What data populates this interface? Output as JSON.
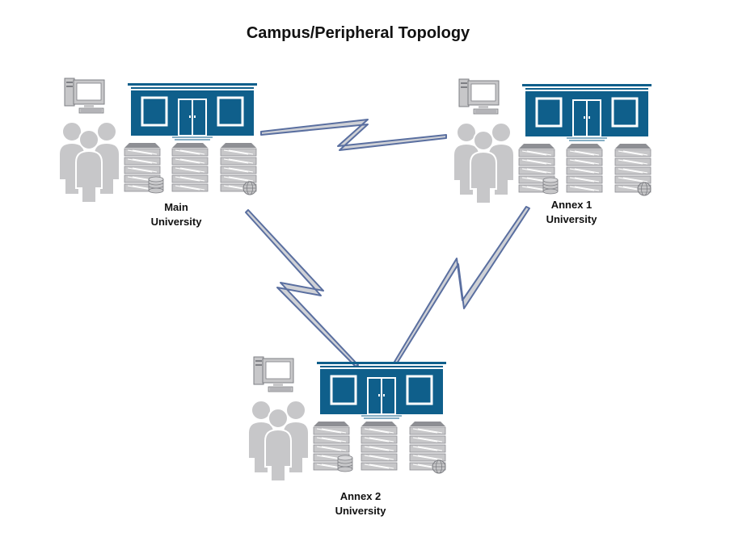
{
  "title": "Campus/Peripheral Topology",
  "colors": {
    "building": "#0f5f8b",
    "building_dark": "#0a4a6f",
    "equipment": "#c7c7c9",
    "equipment_outline": "#7e7f84",
    "link_fill": "#cfd1d6",
    "link_stroke": "#5a6fa0"
  },
  "sites": [
    {
      "id": "main",
      "label_line1": "Main",
      "label_line2": "University"
    },
    {
      "id": "annex1",
      "label_line1": "Annex 1",
      "label_line2": "University"
    },
    {
      "id": "annex2",
      "label_line1": "Annex 2",
      "label_line2": "University"
    }
  ],
  "links": [
    {
      "from": "main",
      "to": "annex1",
      "type": "wan-lightning-link"
    },
    {
      "from": "main",
      "to": "annex2",
      "type": "wan-lightning-link"
    },
    {
      "from": "annex1",
      "to": "annex2",
      "type": "wan-lightning-link"
    }
  ],
  "icons": [
    "workstation-icon",
    "users-icon",
    "building-icon",
    "server-rack-icon",
    "database-icon",
    "globe-icon"
  ]
}
